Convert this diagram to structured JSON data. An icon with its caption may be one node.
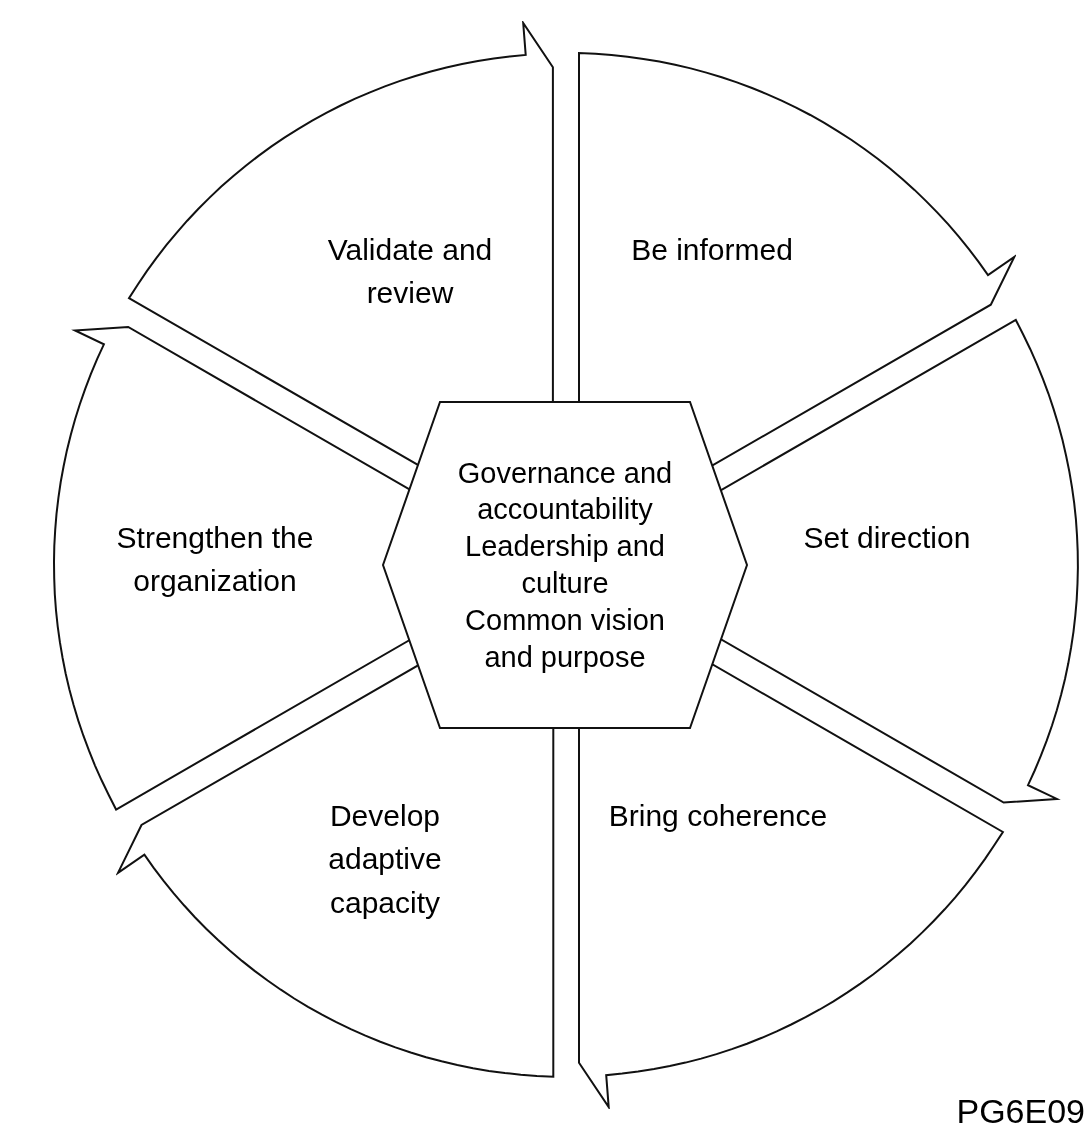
{
  "diagram": {
    "nodes": [
      {
        "text": [
          "Be informed"
        ]
      },
      {
        "text": [
          "Set direction"
        ]
      },
      {
        "text": [
          "Bring coherence"
        ]
      },
      {
        "text": [
          "Develop adaptive capacity"
        ]
      },
      {
        "text": [
          "Strengthen the organization"
        ]
      },
      {
        "text": [
          "Validate and review"
        ]
      },
      {
        "text": [
          "Governance and accountability",
          "Leadership and culture",
          "Common vision and purpose"
        ]
      }
    ],
    "labels": [
      "PG6E09"
    ]
  }
}
